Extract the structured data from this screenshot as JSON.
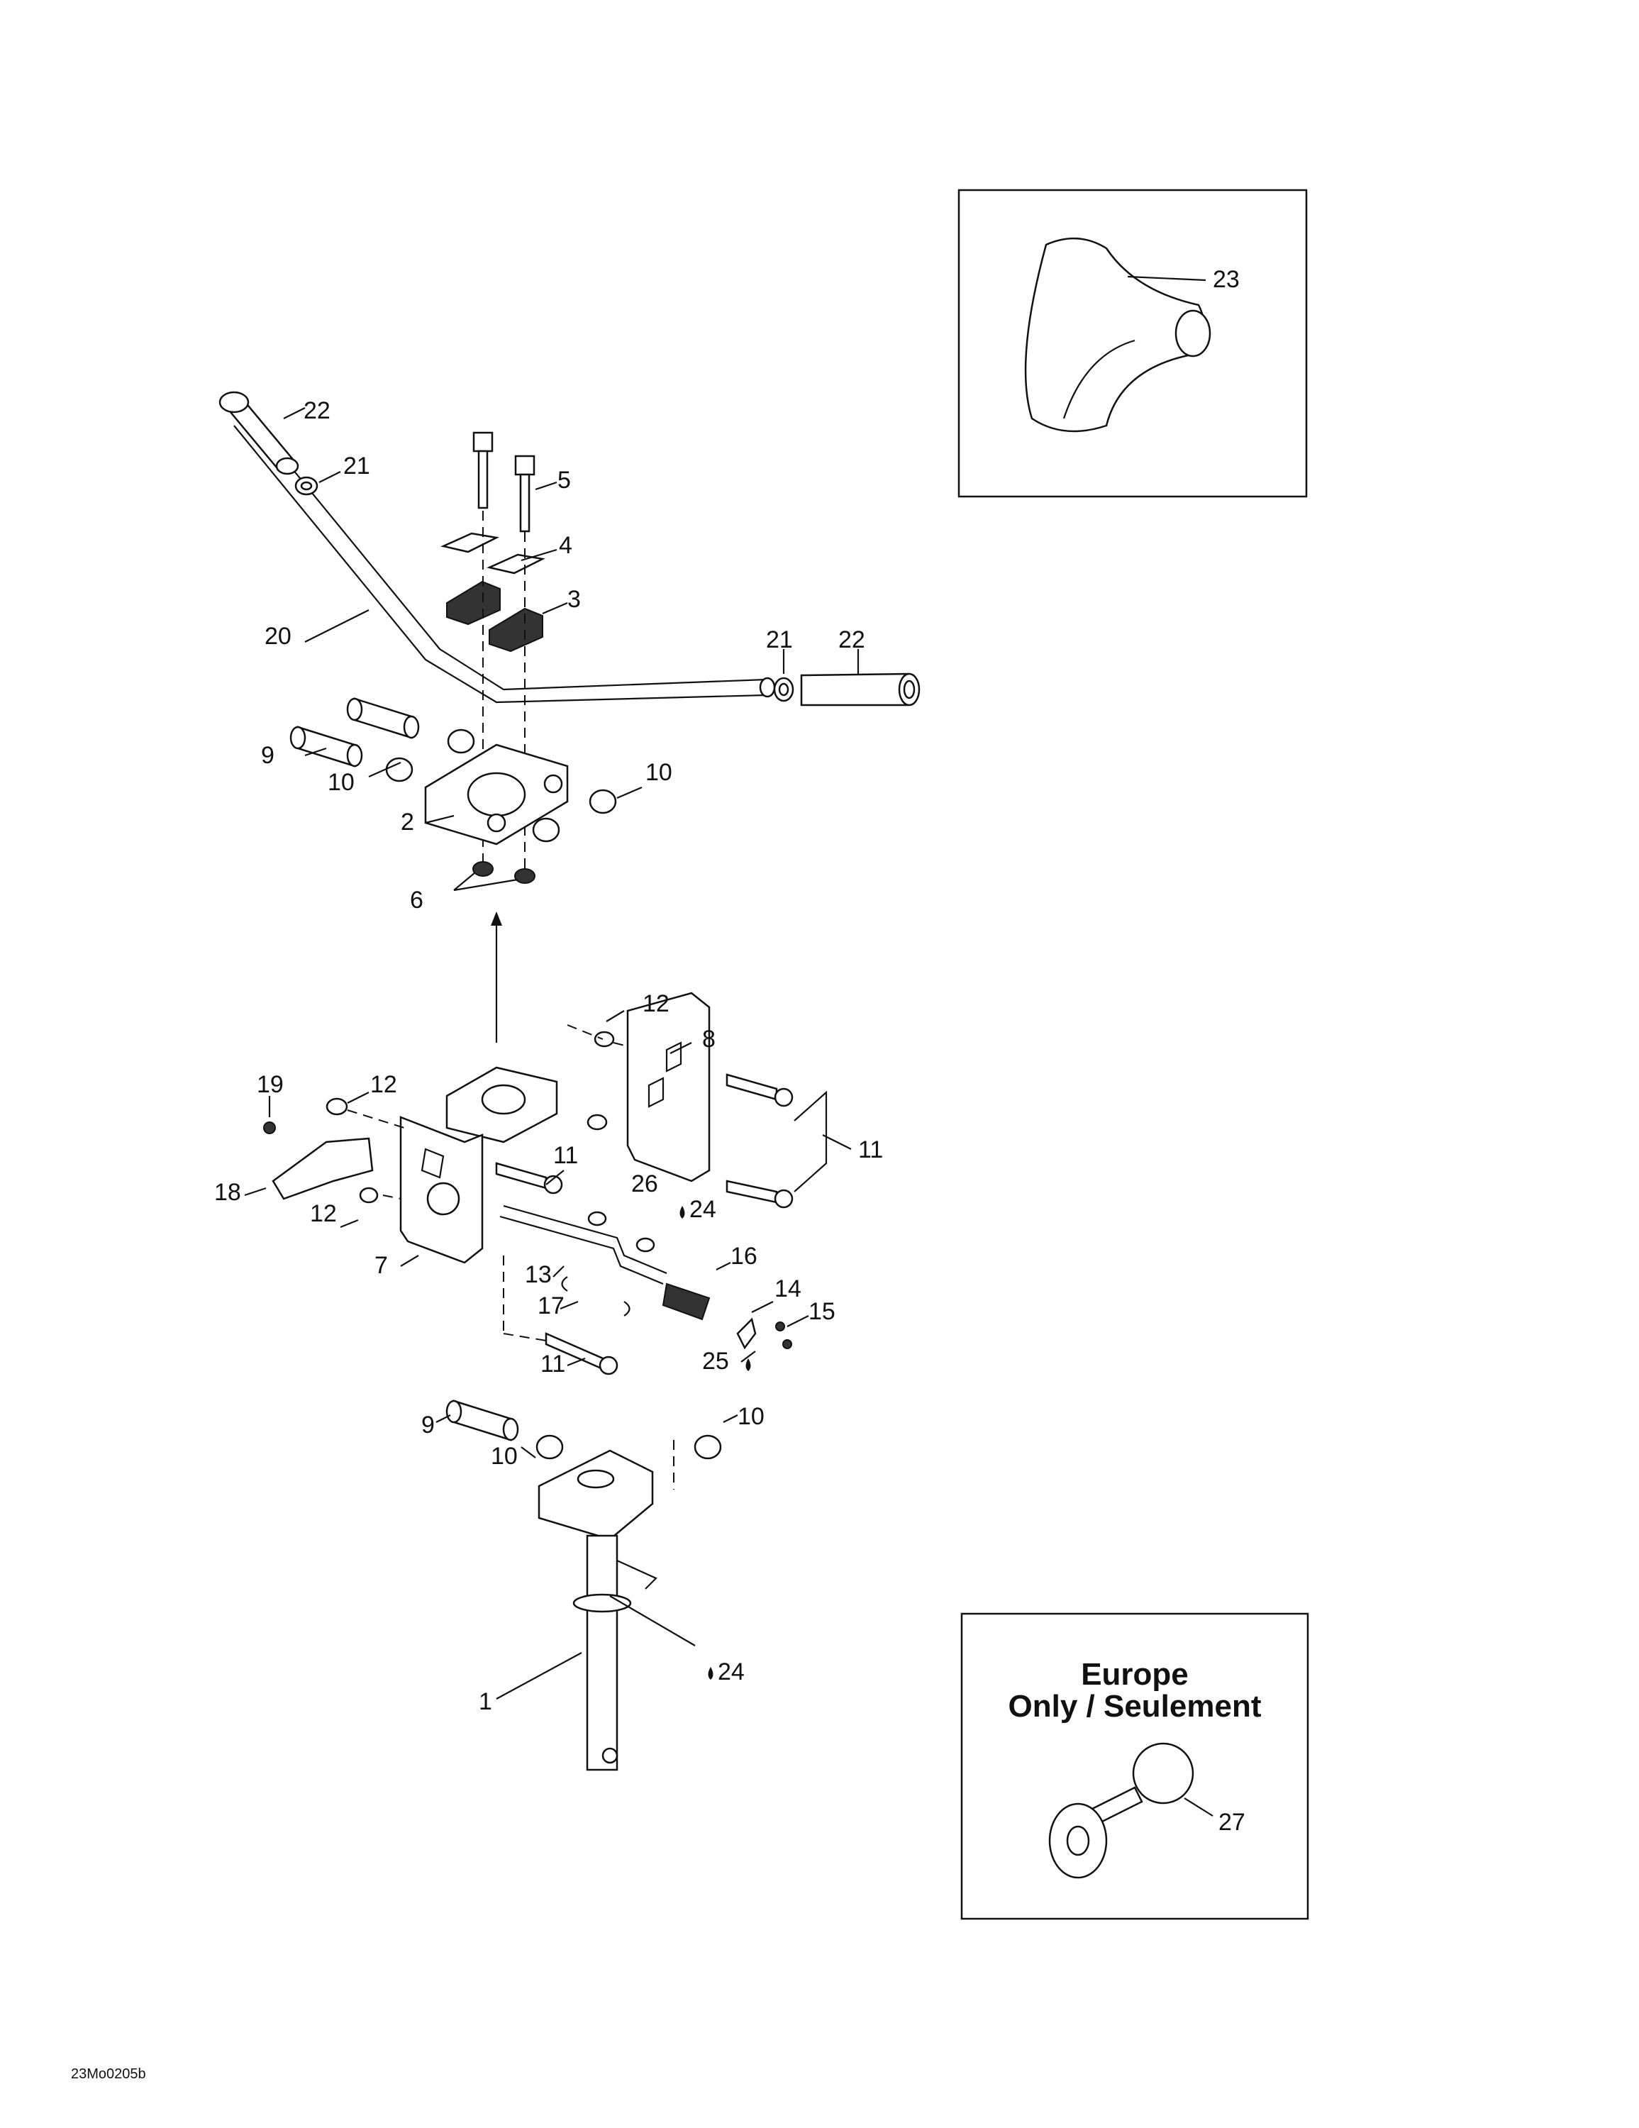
{
  "callouts": [
    "1",
    "2",
    "3",
    "4",
    "5",
    "6",
    "7",
    "8",
    "9",
    "10",
    "11",
    "12",
    "13",
    "14",
    "15",
    "16",
    "17",
    "18",
    "19",
    "20",
    "21",
    "22",
    "23",
    "24",
    "25",
    "26",
    "27"
  ],
  "insets": {
    "grip": {
      "label": "23"
    },
    "horn": {
      "title_line1": "Europe",
      "title_line2": "Only / Seulement",
      "label": "27"
    }
  },
  "figure_code": "23Mo0205b"
}
